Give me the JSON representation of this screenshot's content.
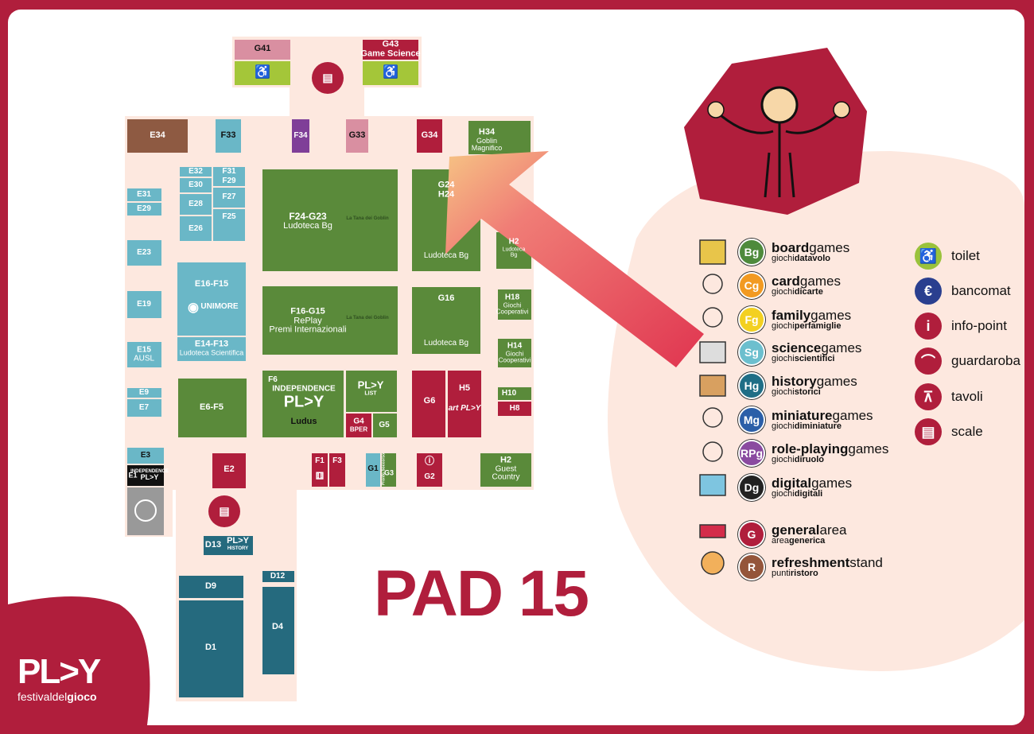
{
  "title": "PAD 15",
  "logo": {
    "wordmark": "PL>Y",
    "tagline_1": "festival",
    "tagline_2": "del",
    "tagline_3": "gioco"
  },
  "booths": {
    "G41": "G41",
    "G43": "G43",
    "G43_sub": "Game Science",
    "E34": "E34",
    "F33": "F33",
    "F34": "F34",
    "G33": "G33",
    "G34": "G34",
    "H34": "H34",
    "H34_sub1": "Goblin",
    "H34_sub2": "Magnifico",
    "E32": "E32",
    "F31": "F31",
    "F29": "F29",
    "E30": "E30",
    "F27": "F27",
    "E28": "E28",
    "F25": "F25",
    "E26": "E26",
    "E31": "E31",
    "E29": "E29",
    "E23": "E23",
    "E19": "E19",
    "E15": "E15",
    "E15_sub": "AUSL",
    "E9": "E9",
    "E7": "E7",
    "E3": "E3",
    "E1": "E1",
    "E2": "E2",
    "F24G23": "F24-G23",
    "F24G23_sub": "Ludoteca Bg",
    "G24": "G24",
    "H24": "H24",
    "G24_sub": "Ludoteca Bg",
    "H22": "H2",
    "H22_sub": "Ludoteca",
    "H22_sub2": "Bg",
    "E16F15": "E16-F15",
    "unimore": "UNIMORE",
    "E14F13": "E14-F13",
    "E14F13_sub": "Ludoteca Scientifica",
    "F16G15": "F16-G15",
    "F16G15_sub1": "RePlay",
    "F16G15_sub2": "Premi Internazionali",
    "G16": "G16",
    "G16_sub": "Ludoteca Bg",
    "H18": "H18",
    "H18_sub1": "Giochi",
    "H18_sub2": "Cooperativi",
    "H14": "H14",
    "H14_sub1": "Giochi",
    "H14_sub2": "Cooperativi",
    "E6F5": "E6-F5",
    "F6": "F6",
    "independence_1": "INDEPENDENCE",
    "independence_2": "PL>Y",
    "ludus": "Ludus",
    "play_list": "PL>Y",
    "play_list_2": "LIST",
    "G4": "G4",
    "G4_sub": "BPER",
    "G5": "G5",
    "G6": "G6",
    "H5": "H5",
    "art_play": "art PL>Y",
    "H10": "H10",
    "H8": "H8",
    "F1": "F1",
    "F3": "F3",
    "G1": "G1",
    "G3": "G3",
    "G3_sub": "Pronto Soccorso",
    "G2": "G2",
    "H2": "H2",
    "H2_sub1": "Guest",
    "H2_sub2": "Country",
    "D13": "D13",
    "D13_logo": "PL>Y",
    "D13_logo2": "HISTORY",
    "D12": "D12",
    "D9": "D9",
    "D4": "D4",
    "D1": "D1",
    "E1_logo1": "INDEPENDENCE",
    "E1_logo2": "PL>Y",
    "goblin": "La Tana dei Goblin"
  },
  "legend": [
    {
      "badge": "Bg",
      "color": "#4e8a3c",
      "bold": "board",
      "rest": "games",
      "sub_plain": "giochi",
      "sub_bold": "datavolo"
    },
    {
      "badge": "Cg",
      "color": "#f29a21",
      "bold": "card",
      "rest": "games",
      "sub_plain": "giochi",
      "sub_bold": "dicarte"
    },
    {
      "badge": "Fg",
      "color": "#f3d021",
      "bold": "family",
      "rest": "games",
      "sub_plain": "giochi",
      "sub_bold": "perfamiglie"
    },
    {
      "badge": "Sg",
      "color": "#6cbfce",
      "bold": "science",
      "rest": "games",
      "sub_plain": "giochi",
      "sub_bold": "scientifici"
    },
    {
      "badge": "Hg",
      "color": "#1f6e86",
      "bold": "history",
      "rest": "games",
      "sub_plain": "giochi",
      "sub_bold": "storici"
    },
    {
      "badge": "Mg",
      "color": "#2b5fa8",
      "bold": "miniature",
      "rest": "games",
      "sub_plain": "giochi",
      "sub_bold": "diminiature"
    },
    {
      "badge": "RPg",
      "color": "#8a4aa0",
      "bold": "role-playing",
      "rest": "games",
      "sub_plain": "giochi",
      "sub_bold": "diruolo"
    },
    {
      "badge": "Dg",
      "color": "#222222",
      "bold": "digital",
      "rest": "games",
      "sub_plain": "giochi",
      "sub_bold": "digitali"
    },
    {
      "badge": "G",
      "color": "#b01e3c",
      "bold": "general",
      "rest": "area",
      "sub_plain": "area",
      "sub_bold": "generica"
    },
    {
      "badge": "R",
      "color": "#94553a",
      "bold": "refreshment",
      "rest": "stand",
      "sub_plain": "punti",
      "sub_bold": "ristoro"
    }
  ],
  "services": [
    {
      "icon": "toilet-icon",
      "label": "toilet",
      "color": "#9ac23c"
    },
    {
      "icon": "bancomat-icon",
      "label": "bancomat",
      "color": "#2a3f8f"
    },
    {
      "icon": "info-point-icon",
      "label": "info-point",
      "color": "#b01e3c"
    },
    {
      "icon": "guardaroba-icon",
      "label": "guardaroba",
      "color": "#b01e3c"
    },
    {
      "icon": "tavoli-icon",
      "label": "tavoli",
      "color": "#b01e3c"
    },
    {
      "icon": "scale-icon",
      "label": "scale",
      "color": "#b01e3c"
    }
  ],
  "colors": {
    "frame": "#b01e3c",
    "floor": "#fde8df",
    "board": "#5a8a3a",
    "science": "#6ab7c7",
    "history": "#256a7e",
    "general": "#b01e3c",
    "refreshment": "#8e5a42",
    "toilet": "#a4c639",
    "role": "#7f3f98",
    "pink": "#d98fa1"
  }
}
